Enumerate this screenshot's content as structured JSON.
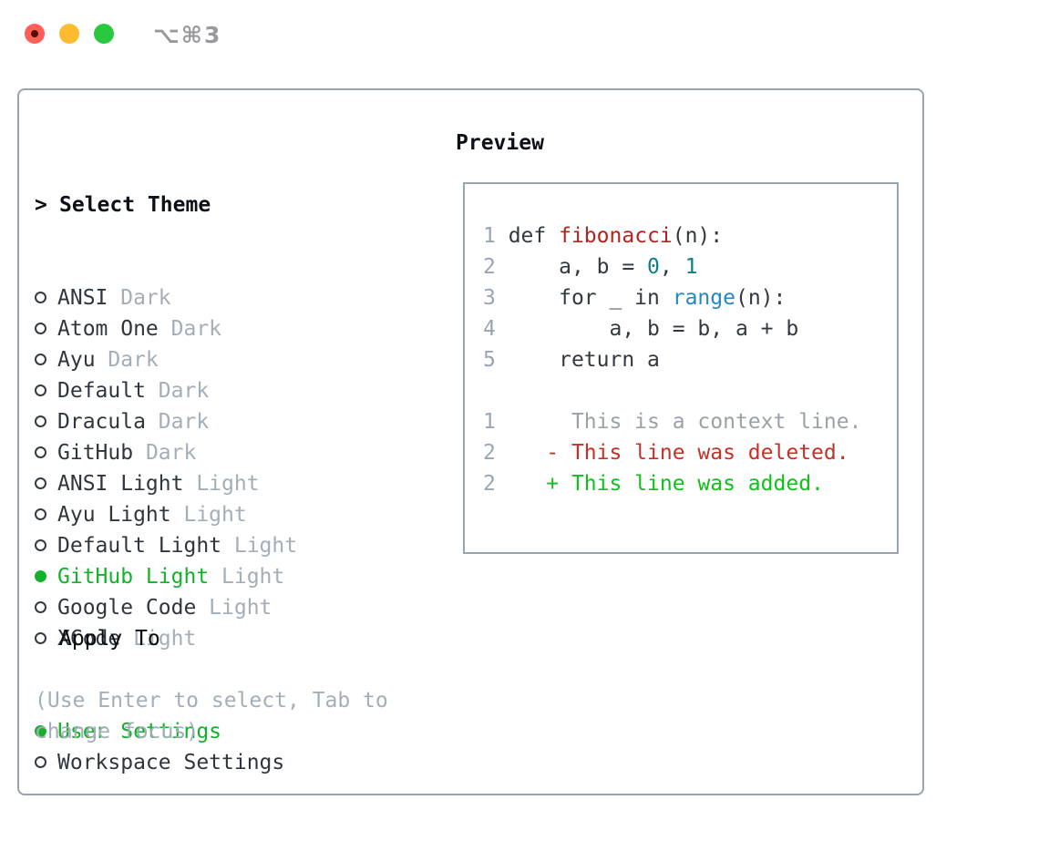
{
  "window": {
    "shortcut": "⌥⌘3"
  },
  "palette": {
    "border": "#9aa4b0",
    "text": "#2f363d",
    "heading": "#0d1117",
    "subheading": "#0a0d10",
    "muted": "#a4aeb8",
    "radio_ring": "#343b43",
    "green": "#14b12c",
    "diff_green": "#11c01b",
    "diff_red": "#c23228",
    "func_red": "#b02420",
    "num_teal": "#0e7f87",
    "builtin_blue": "#2189c9",
    "code_text": "#33393f",
    "lnum": "#9aa5b4",
    "context_gray": "#9aa1a8",
    "titlebar_text": "#97999d",
    "dot_red": "#ff5f57",
    "dot_yellow": "#febc2e",
    "dot_green": "#28c840",
    "dot_red_inner": "#55100c"
  },
  "theme_list": {
    "prompt": ">",
    "title": "Select Theme",
    "items": [
      {
        "name": "ANSI",
        "variant": "Dark",
        "selected": false
      },
      {
        "name": "Atom One",
        "variant": "Dark",
        "selected": false
      },
      {
        "name": "Ayu",
        "variant": "Dark",
        "selected": false
      },
      {
        "name": "Default",
        "variant": "Dark",
        "selected": false
      },
      {
        "name": "Dracula",
        "variant": "Dark",
        "selected": false
      },
      {
        "name": "GitHub",
        "variant": "Dark",
        "selected": false
      },
      {
        "name": "ANSI Light",
        "variant": "Light",
        "selected": false
      },
      {
        "name": "Ayu Light",
        "variant": "Light",
        "selected": false
      },
      {
        "name": "Default Light",
        "variant": "Light",
        "selected": false
      },
      {
        "name": "GitHub Light",
        "variant": "Light",
        "selected": true
      },
      {
        "name": "Google Code",
        "variant": "Light",
        "selected": false
      },
      {
        "name": "XCode",
        "variant": "Light",
        "selected": false
      }
    ]
  },
  "apply_to": {
    "title": "Apply To",
    "options": [
      {
        "label": "User Settings",
        "selected": true
      },
      {
        "label": "Workspace Settings",
        "selected": false
      }
    ]
  },
  "hint": "(Use Enter to select, Tab to\nchange focus)",
  "preview": {
    "title": "Preview",
    "code_lines": [
      {
        "num": "1",
        "segments": [
          {
            "text": " def ",
            "style": "plain"
          },
          {
            "text": "fibonacci",
            "style": "func"
          },
          {
            "text": "(n):",
            "style": "plain"
          }
        ]
      },
      {
        "num": "2",
        "segments": [
          {
            "text": "     a, b = ",
            "style": "plain"
          },
          {
            "text": "0",
            "style": "number"
          },
          {
            "text": ", ",
            "style": "plain"
          },
          {
            "text": "1",
            "style": "number"
          }
        ]
      },
      {
        "num": "3",
        "segments": [
          {
            "text": "     for _ in ",
            "style": "plain"
          },
          {
            "text": "range",
            "style": "builtin"
          },
          {
            "text": "(n):",
            "style": "plain"
          }
        ]
      },
      {
        "num": "4",
        "segments": [
          {
            "text": "         a, b = b, a + b",
            "style": "plain"
          }
        ]
      },
      {
        "num": "5",
        "segments": [
          {
            "text": "     return a",
            "style": "plain"
          }
        ]
      },
      {
        "num": "",
        "segments": []
      },
      {
        "num": "1",
        "segments": [
          {
            "text": "      This is a context line.",
            "style": "context"
          }
        ]
      },
      {
        "num": "2",
        "segments": [
          {
            "text": "    - This line was deleted.",
            "style": "deleted"
          }
        ]
      },
      {
        "num": "2",
        "segments": [
          {
            "text": "    + This line was added.",
            "style": "added"
          }
        ]
      }
    ]
  }
}
